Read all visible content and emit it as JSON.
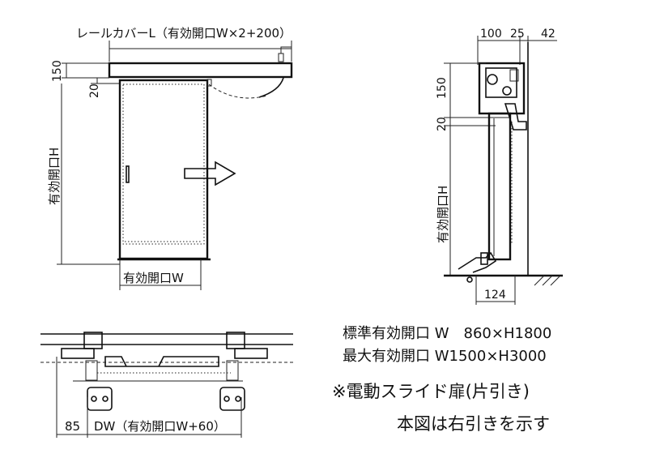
{
  "front_view": {
    "rail_cover_label": "レールカバーL（有効開口W×2+200）",
    "dim_150": "150",
    "dim_20": "20",
    "height_label": "有効開口H",
    "width_label": "有効開口W"
  },
  "side_view": {
    "dim_100": "100",
    "dim_25": "25",
    "dim_42": "42",
    "dim_150": "150",
    "dim_20": "20",
    "height_label": "有効開口H",
    "dim_124": "124"
  },
  "plan_view": {
    "dim_85": "85",
    "dw_label": "DW（有効開口W+60）"
  },
  "specs": {
    "standard": "標準有効開口 W　860×H1800",
    "maximum": "最大有効開口 W1500×H3000"
  },
  "notes": {
    "type": "※電動スライド扉(片引き)",
    "direction": "本図は右引きを示す"
  }
}
